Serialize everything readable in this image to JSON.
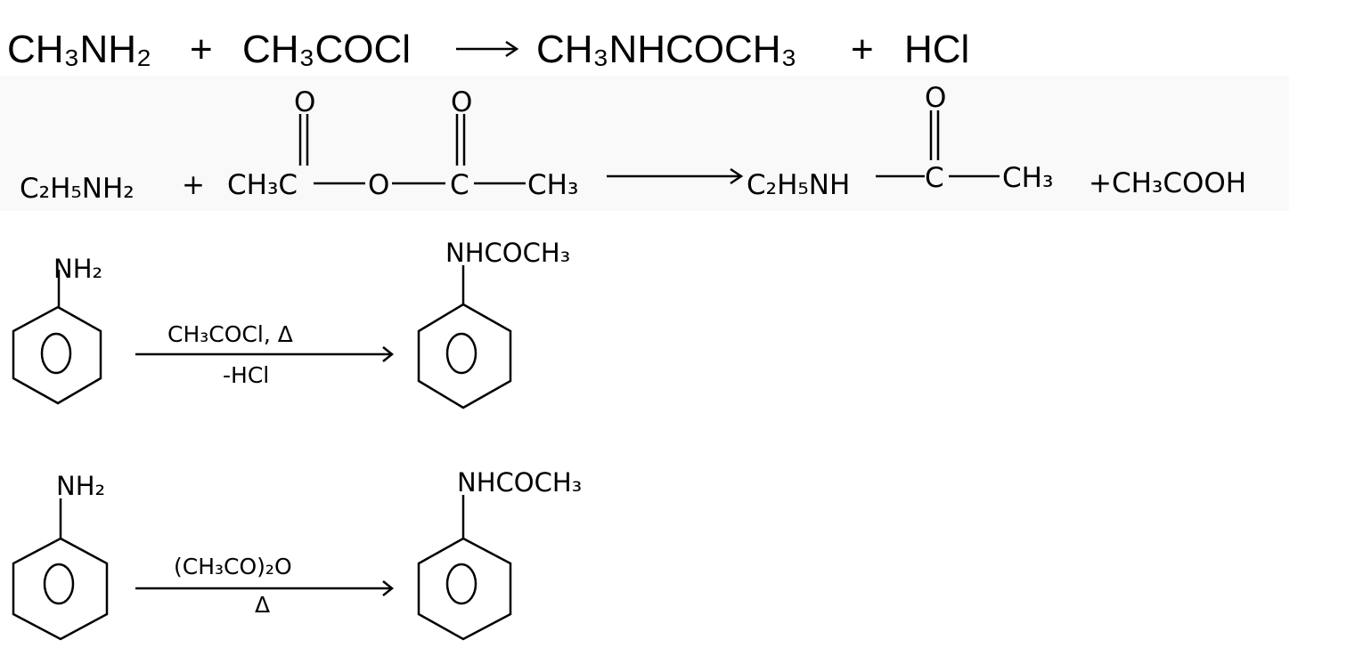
{
  "reaction1": {
    "reactant1": "CH₃NH₂",
    "plus1": "+",
    "reactant2": "CH₃COCl",
    "product1": "CH₃NHCOCH₃",
    "plus2": "+",
    "product2": "HCl"
  },
  "reaction2": {
    "reactant1": "C₂H₅NH₂",
    "plus1": "+",
    "anhydride_left": "CH₃C",
    "carbonyl_o1": "O",
    "bridge_o": "O",
    "anhydride_c2": "C",
    "carbonyl_o2": "O",
    "anhydride_right": "CH₃",
    "product_left": "C₂H₅NH",
    "product_c": "C",
    "product_o": "O",
    "product_right": "CH₃",
    "byproduct": "+CH₃COOH"
  },
  "reaction3": {
    "reactant_group": "NH₂",
    "reagent": "CH₃COCl, Δ",
    "condition": "-HCl",
    "product_group": "NHCOCH₃"
  },
  "reaction4": {
    "reactant_group": "NH₂",
    "reagent": "(CH₃CO)₂O",
    "condition": "Δ",
    "product_group": "NHCOCH₃"
  }
}
